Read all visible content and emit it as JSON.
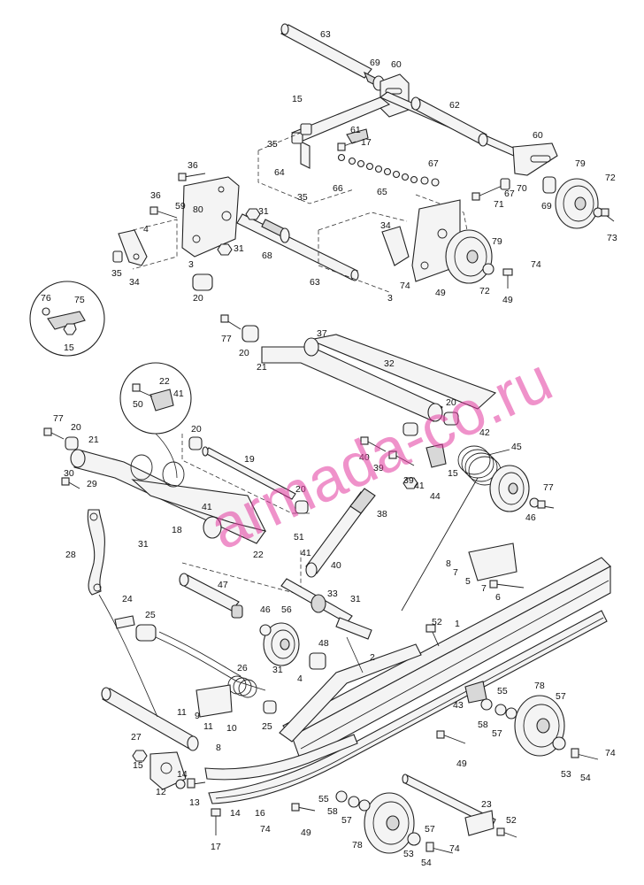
{
  "watermark": "armada-co.ru",
  "labels": {
    "n1": "1",
    "n2": "2",
    "n3": "3",
    "n4": "4",
    "n5": "5",
    "n6": "6",
    "n7": "7",
    "n8": "8",
    "n9": "9",
    "n10": "10",
    "n11": "11",
    "n12": "12",
    "n13": "13",
    "n14": "14",
    "n15": "15",
    "n16": "16",
    "n17": "17",
    "n18": "18",
    "n19": "19",
    "n20": "20",
    "n21": "21",
    "n22": "22",
    "n23": "23",
    "n24": "24",
    "n25": "25",
    "n26": "26",
    "n27": "27",
    "n28": "28",
    "n29": "29",
    "n30": "30",
    "n31": "31",
    "n32": "32",
    "n33": "33",
    "n34": "34",
    "n35": "35",
    "n36": "36",
    "n37": "37",
    "n38": "38",
    "n39": "39",
    "n40": "40",
    "n41": "41",
    "n42": "42",
    "n43": "43",
    "n44": "44",
    "n45": "45",
    "n46": "46",
    "n47": "47",
    "n48": "48",
    "n49": "49",
    "n50": "50",
    "n51": "51",
    "n52": "52",
    "n53": "53",
    "n54": "54",
    "n55": "55",
    "n56": "56",
    "n57": "57",
    "n58": "58",
    "n59": "59",
    "n60": "60",
    "n61": "61",
    "n62": "62",
    "n63": "63",
    "n64": "64",
    "n65": "65",
    "n66": "66",
    "n67": "67",
    "n68": "68",
    "n69": "69",
    "n70": "70",
    "n71": "71",
    "n72": "72",
    "n73": "73",
    "n74": "74",
    "n75": "75",
    "n76": "76",
    "n77": "77",
    "n78": "78",
    "n79": "79",
    "n80": "80"
  },
  "colors": {
    "watermark": "#e23aa0",
    "line": "#222222",
    "background": "#ffffff"
  }
}
